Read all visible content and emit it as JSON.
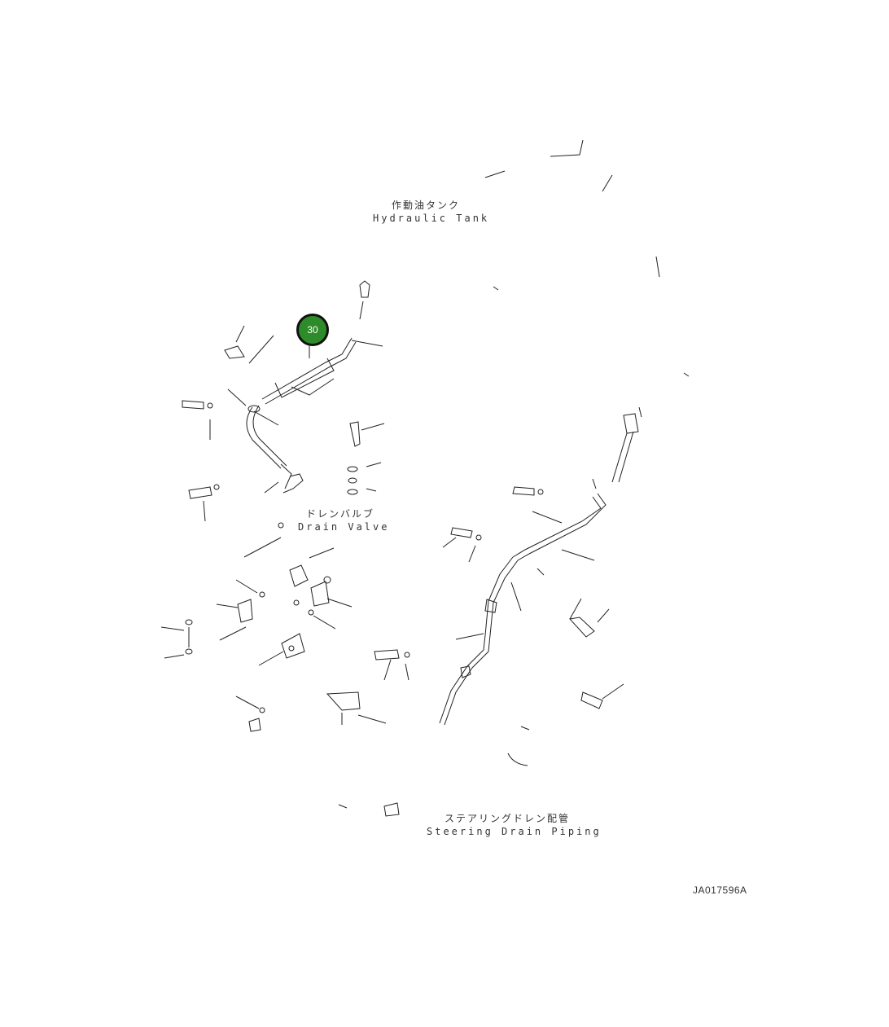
{
  "labels": {
    "hydraulic_tank_jp": "作動油タンク",
    "hydraulic_tank_en": "Hydraulic Tank",
    "drain_valve_jp": "ドレンバルブ",
    "drain_valve_en": "Drain Valve",
    "steering_drain_jp": "ステアリングドレン配管",
    "steering_drain_en": "Steering Drain Piping"
  },
  "callout": {
    "number": "30",
    "color": "#2e8b2a"
  },
  "drawing_id": "JA017596A"
}
